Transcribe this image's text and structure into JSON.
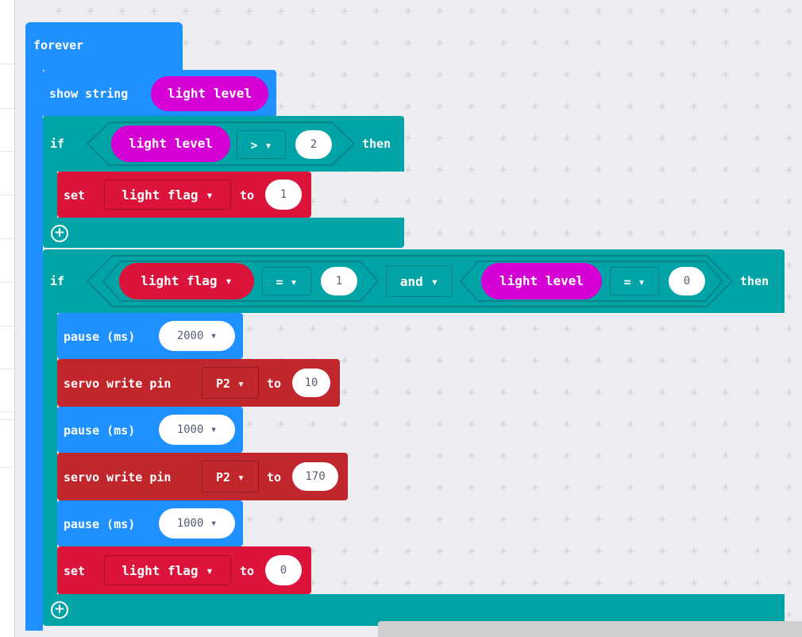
{
  "colors": {
    "forever_blue": "#1e90ff",
    "basic_blue": "#1e90ff",
    "logic_teal": "#00a4a6",
    "variables_red": "#dc143c",
    "servo_red": "#c0262c",
    "input_magenta": "#d400d4"
  },
  "forever": {
    "label": "forever"
  },
  "show_string": {
    "label": "show string",
    "value": "light level"
  },
  "if1": {
    "label": "if",
    "left": "light level",
    "op": "> ▾",
    "right": "2",
    "then": "then",
    "set": {
      "label": "set",
      "var": "light flag ▾",
      "to": "to",
      "value": "1"
    }
  },
  "if2": {
    "label": "if",
    "left_var": "light flag ▾",
    "op1": "= ▾",
    "val1": "1",
    "and": "and ▾",
    "right_input": "light level",
    "op2": "= ▾",
    "val2": "0",
    "then": "then"
  },
  "body": {
    "pause1": {
      "label": "pause (ms)",
      "value": "2000 ▾"
    },
    "servo1": {
      "label": "servo write pin",
      "pin": "P2 ▾",
      "to": "to",
      "value": "10"
    },
    "pause2": {
      "label": "pause (ms)",
      "value": "1000 ▾"
    },
    "servo2": {
      "label": "servo write pin",
      "pin": "P2 ▾",
      "to": "to",
      "value": "170"
    },
    "pause3": {
      "label": "pause (ms)",
      "value": "1000 ▾"
    },
    "set": {
      "label": "set",
      "var": "light flag ▾",
      "to": "to",
      "value": "0"
    }
  }
}
